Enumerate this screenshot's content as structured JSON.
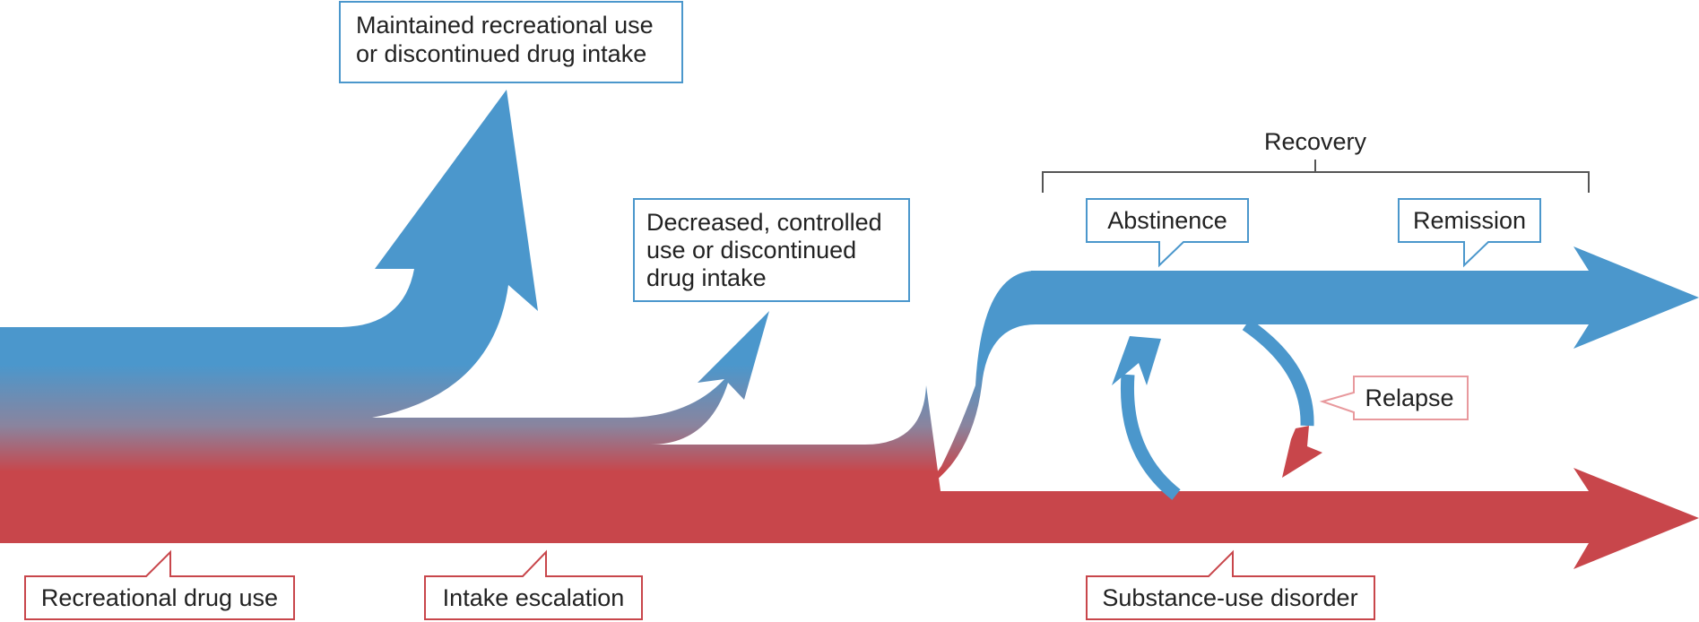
{
  "colors": {
    "blue": "#4b97cc",
    "red": "#c8464b",
    "pink": "#e8999d"
  },
  "labels": {
    "maintained_line1": "Maintained recreational use",
    "maintained_line2": "or discontinued drug intake",
    "decreased_line1": "Decreased, controlled",
    "decreased_line2": "use or discontinued",
    "decreased_line3": "drug intake",
    "recovery": "Recovery",
    "abstinence": "Abstinence",
    "remission": "Remission",
    "relapse": "Relapse",
    "recreational": "Recreational drug use",
    "escalation": "Intake escalation",
    "sud": "Substance-use disorder"
  }
}
